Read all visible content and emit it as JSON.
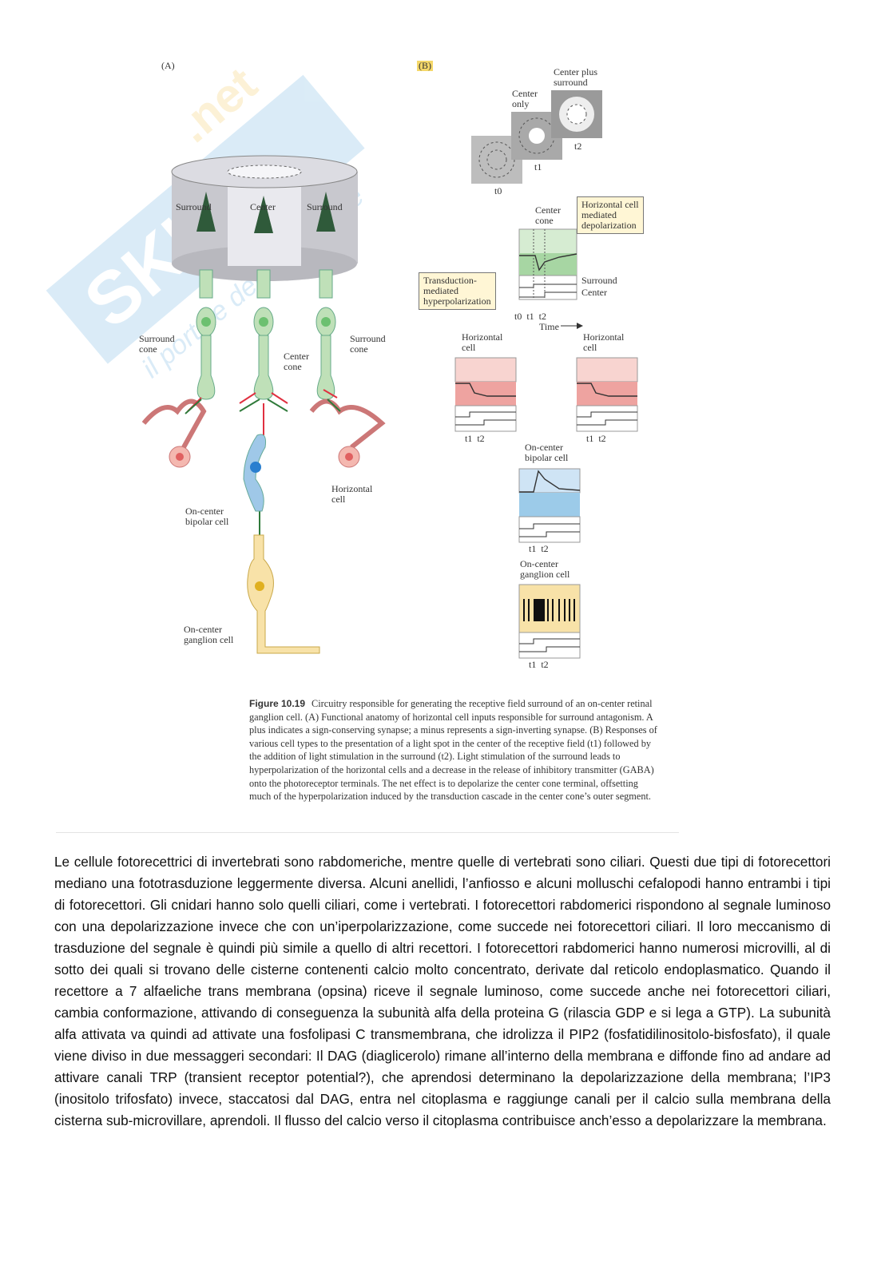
{
  "figure": {
    "panel_a_label": "(A)",
    "panel_b_label": "(B)",
    "a_labels": {
      "surround_left": "Surround",
      "center": "Center",
      "surround_right": "Surround",
      "surround_cone_left": "Surround\ncone",
      "center_cone": "Center\ncone",
      "surround_cone_right": "Surround\ncone",
      "horizontal_cell": "Horizontal\ncell",
      "bipolar_cell": "On-center\nbipolar cell",
      "ganglion_cell": "On-center\nganglion cell"
    },
    "b_labels": {
      "center_plus_surround": "Center plus\nsurround",
      "center_only": "Center\nonly",
      "t0": "t0",
      "t1": "t1",
      "t2": "t2",
      "center_cone": "Center\ncone",
      "horizontal_callout": "Horizontal cell\nmediated\ndepolarization",
      "transduction_callout": "Transduction-\nmediated\nhyperpolarization",
      "surround": "Surround",
      "center": "Center",
      "time_axis": "t0  t1  t2",
      "time": "Time",
      "horizontal_left": "Horizontal\ncell",
      "horizontal_right": "Horizontal\ncell",
      "t1t2": "t1  t2",
      "bipolar": "On-center\nbipolar cell",
      "ganglion": "On-center\nganglion cell"
    },
    "caption": {
      "number": "Figure 10.19",
      "text": "Circuitry responsible for generating the receptive field surround of an on-center retinal ganglion cell. (A) Functional anatomy of horizontal cell inputs responsible for surround antagonism. A plus indicates a sign-conserving synapse; a minus represents a sign-inverting synapse. (B) Responses of various cell types to the presentation of a light spot in the center of the receptive field (t1) followed by the addition of light stimulation in the surround (t2). Light stimulation of the surround leads to hyperpolarization of the horizontal cells and a decrease in the release of inhibitory transmitter (GABA) onto the photoreceptor terminals. The net effect is to depolarize the center cone terminal, offsetting much of the hyperpolarization induced by the transduction cascade in the center cone’s outer segment."
    },
    "watermark_text": "Skuola.net",
    "watermark_sub": "il portale dello studente"
  },
  "body": {
    "paragraph": "Le cellule fotorecettrici di invertebrati sono rabdomeriche, mentre quelle di vertebrati sono ciliari. Questi due tipi di fotorecettori mediano una fototrasduzione leggermente diversa. Alcuni anellidi, l’anfiosso e alcuni molluschi cefalopodi hanno entrambi i tipi di fotorecettori. Gli cnidari hanno solo quelli ciliari, come i vertebrati. I fotorecettori rabdomerici rispondono al segnale luminoso con una depolarizzazione invece che con un’iperpolarizzazione, come succede nei fotorecettori ciliari. Il loro meccanismo di trasduzione del segnale è quindi più simile a quello di altri recettori. I fotorecettori rabdomerici hanno numerosi microvilli, al di sotto dei quali si trovano delle cisterne contenenti calcio molto concentrato, derivate dal reticolo endoplasmatico. Quando il recettore a 7 alfaeliche trans membrana (opsina) riceve il segnale luminoso, come succede anche nei fotorecettori ciliari, cambia conformazione, attivando di conseguenza la subunità alfa della proteina G (rilascia GDP e si lega a GTP). La subunità alfa attivata va quindi ad attivate una fosfolipasi C transmembrana, che idrolizza il PIP2 (fosfatidilinositolo-bisfosfato), il quale viene diviso in due messaggeri secondari: Il DAG (diaglicerolo) rimane all’interno della membrana e diffonde fino ad andare ad attivare canali TRP (transient receptor potential?), che aprendosi determinano la depolarizzazione della membrana; l’IP3 (inositolo trifosfato) invece, staccatosi dal DAG, entra nel citoplasma e raggiunge canali per il calcio sulla membrana della cisterna sub-microvillare, aprendoli. Il flusso del calcio verso il citoplasma contribuisce anch’esso a depolarizzare la membrana."
  },
  "colors": {
    "cone_green": "#bfe0b8",
    "horizontal_pink": "#f4b8b0",
    "bipolar_blue": "#9fc8e8",
    "ganglion_yellow": "#f8e2a8",
    "callout_yellow": "#fff6d5",
    "arrow_red": "#e03040",
    "arrow_green": "#2f7a3a"
  }
}
